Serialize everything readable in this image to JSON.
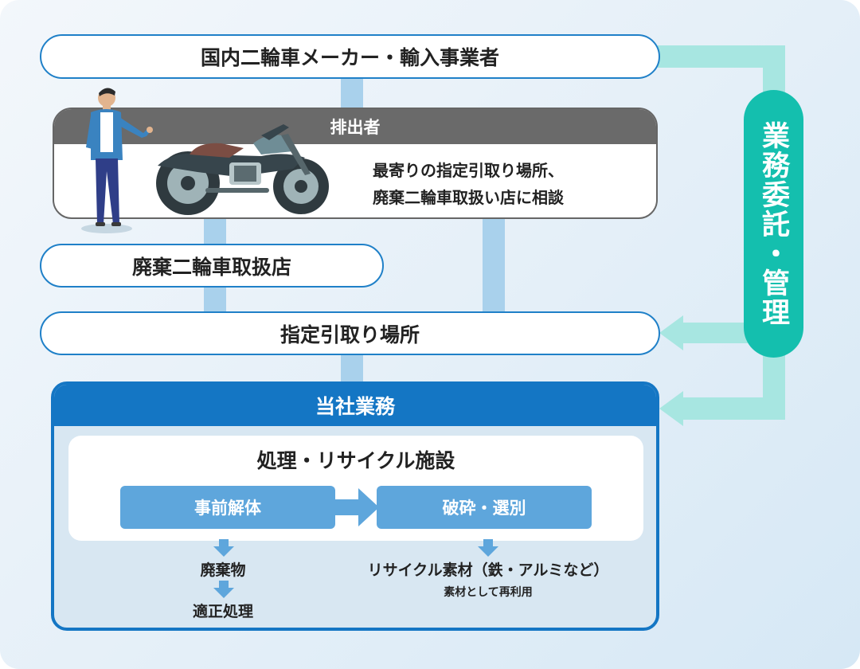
{
  "top_box": {
    "label": "国内二輪車メーカー・輸入事業者"
  },
  "management": {
    "label": "業務委託・管理"
  },
  "emitter": {
    "header": "排出者",
    "line1": "最寄りの指定引取り場所、",
    "line2": "廃棄二輪車取扱い店に相談"
  },
  "dealer_box": {
    "label": "廃棄二輪車取扱店"
  },
  "pickup_box": {
    "label": "指定引取り場所"
  },
  "company": {
    "header": "当社業務",
    "facility_title": "処理・リサイクル施設",
    "step1": "事前解体",
    "step2": "破砕・選別",
    "waste": "廃棄物",
    "proper": "適正処理",
    "recycle": "リサイクル素材（鉄・アルミなど）",
    "reuse": "素材として再利用"
  },
  "colors": {
    "accent": "#1476c4",
    "teal": "#14bfae",
    "step": "#5ea6dc",
    "connector": "#a9d1ec"
  }
}
